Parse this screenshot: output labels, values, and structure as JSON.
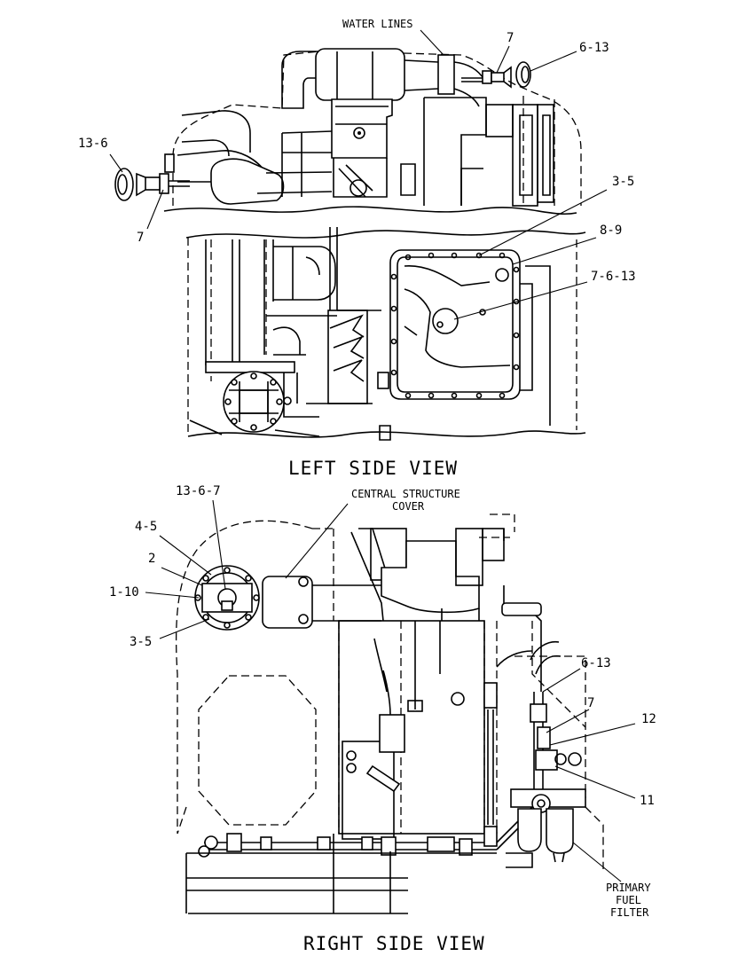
{
  "views": {
    "left": {
      "title": "LEFT SIDE VIEW",
      "callouts": {
        "water_lines": "WATER LINES",
        "c7_top": "7",
        "c6_13": "6-13",
        "c13_6": "13-6",
        "c7_left": "7",
        "c3_5": "3-5",
        "c8_9": "8-9",
        "c7_6_13": "7-6-13"
      }
    },
    "right": {
      "title": "RIGHT SIDE VIEW",
      "callouts": {
        "c13_6_7": "13-6-7",
        "central_line1": "CENTRAL STRUCTURE",
        "central_line2": "COVER",
        "c4_5": "4-5",
        "c2": "2",
        "c1_10": "1-10",
        "c3_5": "3-5",
        "c6_13": "6-13",
        "c7": "7",
        "c12": "12",
        "c11": "11",
        "pff_line1": "PRIMARY",
        "pff_line2": "FUEL",
        "pff_line3": "FILTER"
      }
    }
  }
}
